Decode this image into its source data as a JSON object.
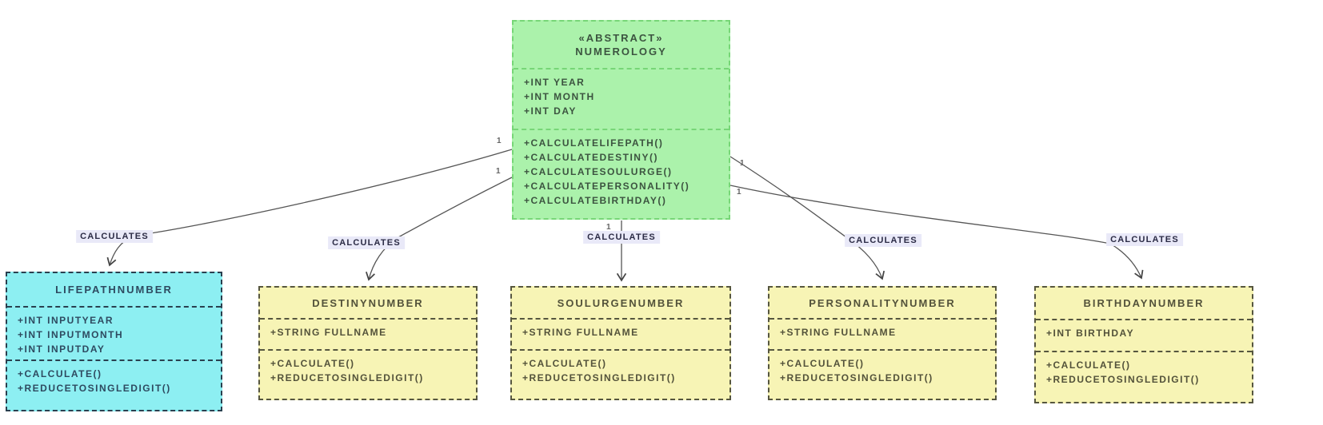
{
  "diagram": {
    "type": "uml-class-diagram",
    "background": "#ffffff",
    "colors": {
      "abstract_fill": "#abf2ab",
      "abstract_border": "#77d677",
      "abstract_text": "#3c5440",
      "lifepath_fill": "#8deff2",
      "lifepath_border": "#29404f",
      "lifepath_text": "#2e4a60",
      "subclass_fill": "#f7f4b5",
      "subclass_border": "#56563f",
      "subclass_text": "#53523a",
      "edge_line": "#555555",
      "edge_label_bg": "#e9e9f8",
      "edge_label_text": "#2b2b45",
      "multiplicity_text": "#666666"
    },
    "classes": [
      {
        "name": "NUMEROLOGY",
        "stereotype": "«ABSTRACT»",
        "attributes": [
          "+INT YEAR",
          "+INT MONTH",
          "+INT DAY"
        ],
        "methods": [
          "+CALCULATELIFEPATH()",
          "+CALCULATEDESTINY()",
          "+CALCULATESOULURGE()",
          "+CALCULATEPERSONALITY()",
          "+CALCULATEBIRTHDAY()"
        ]
      },
      {
        "name": "LIFEPATHNUMBER",
        "attributes": [
          "+INT INPUTYEAR",
          "+INT INPUTMONTH",
          "+INT INPUTDAY"
        ],
        "methods": [
          "+CALCULATE()",
          "+REDUCETOSINGLEDIGIT()"
        ]
      },
      {
        "name": "DESTINYNUMBER",
        "attributes": [
          "+STRING FULLNAME"
        ],
        "methods": [
          "+CALCULATE()",
          "+REDUCETOSINGLEDIGIT()"
        ]
      },
      {
        "name": "SOULURGENUMBER",
        "attributes": [
          "+STRING FULLNAME"
        ],
        "methods": [
          "+CALCULATE()",
          "+REDUCETOSINGLEDIGIT()"
        ]
      },
      {
        "name": "PERSONALITYNUMBER",
        "attributes": [
          "+STRING FULLNAME"
        ],
        "methods": [
          "+CALCULATE()",
          "+REDUCETOSINGLEDIGIT()"
        ]
      },
      {
        "name": "BIRTHDAYNUMBER",
        "attributes": [
          "+INT BIRTHDAY"
        ],
        "methods": [
          "+CALCULATE()",
          "+REDUCETOSINGLEDIGIT()"
        ]
      }
    ],
    "edges": [
      {
        "from": "NUMEROLOGY",
        "to": "LIFEPATHNUMBER",
        "label": "CALCULATES",
        "source_multiplicity": "1"
      },
      {
        "from": "NUMEROLOGY",
        "to": "DESTINYNUMBER",
        "label": "CALCULATES",
        "source_multiplicity": "1"
      },
      {
        "from": "NUMEROLOGY",
        "to": "SOULURGENUMBER",
        "label": "CALCULATES",
        "source_multiplicity": "1"
      },
      {
        "from": "NUMEROLOGY",
        "to": "PERSONALITYNUMBER",
        "label": "CALCULATES",
        "source_multiplicity": "1"
      },
      {
        "from": "NUMEROLOGY",
        "to": "BIRTHDAYNUMBER",
        "label": "CALCULATES",
        "source_multiplicity": "1"
      }
    ]
  }
}
